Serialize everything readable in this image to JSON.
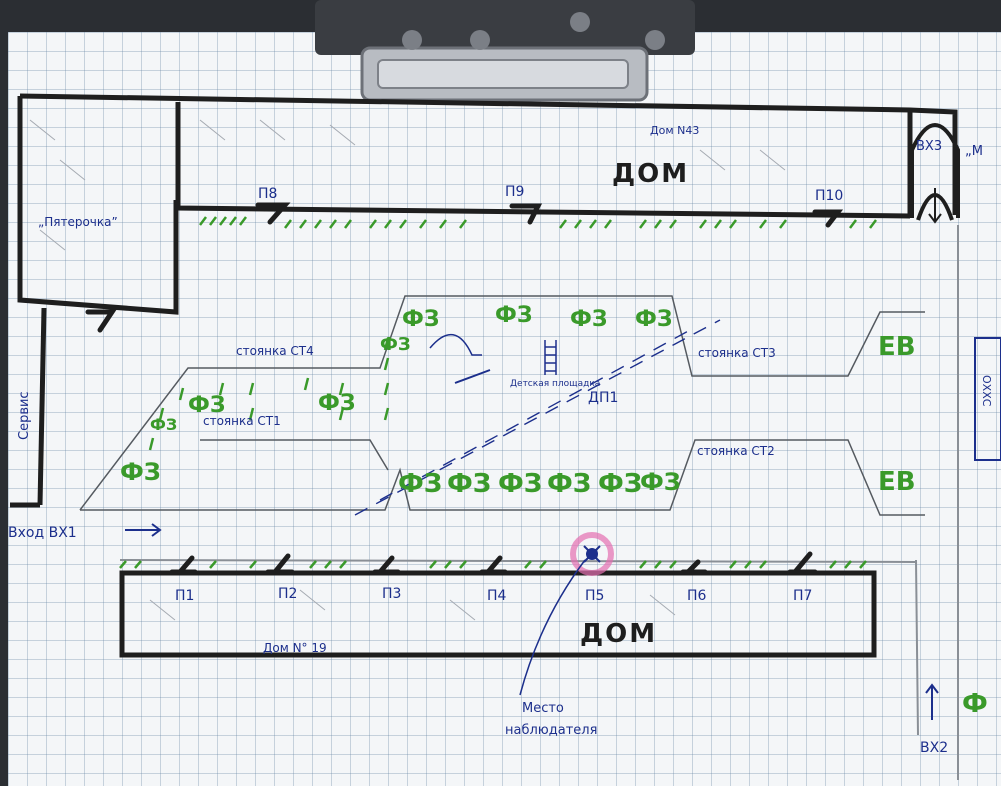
{
  "map": {
    "building_top": {
      "label": "ДОМ",
      "number": "Дом N43"
    },
    "building_bottom": {
      "label": "ДОМ",
      "number": "Дом N° 19"
    },
    "store": "„Пятерочка”",
    "entrances": {
      "vx1": "Вход ВХ1",
      "vx2": "ВХ2",
      "vx3": "ВХ3"
    },
    "side_labels": {
      "left": "Сервис",
      "right": "ОХХС",
      "top_right": "„М"
    },
    "parking": {
      "st1": "стоянка СТ1",
      "st2": "стоянка СТ2",
      "st3": "стоянка СТ3",
      "st4": "стоянка СТ4"
    },
    "playground": {
      "label": "Детская площадка",
      "code": "ДП1"
    },
    "porches_bottom": [
      "П1",
      "П2",
      "П3",
      "П4",
      "П5",
      "П6",
      "П7"
    ],
    "porches_top": [
      "П8",
      "П9",
      "П10"
    ],
    "observer": "Место наблюдателя",
    "trees": [
      "ФЗ",
      "ФЗ",
      "ФЗ",
      "ФЗ",
      "ФЗ",
      "ФЗ",
      "ФЗ",
      "ФЗ",
      "ФЗ",
      "ФЗ",
      "ФЗ",
      "ФЗ",
      "ФЗ",
      "ФЗ",
      "ФЗ",
      "ЕВ",
      "ЕВ",
      "Ф"
    ],
    "colors": {
      "ink_black": "#1e1e1e",
      "ink_blue": "#1c2f8c",
      "ink_green": "#3a9a2a",
      "paper": "#f4f6f8",
      "highlight": "#e46fb0"
    }
  }
}
